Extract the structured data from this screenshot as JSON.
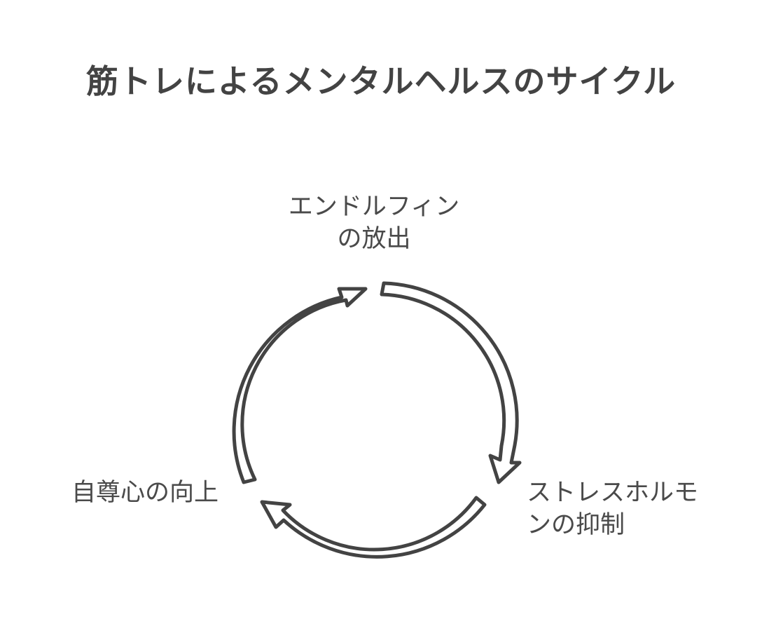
{
  "title": "筋トレによるメンタルヘルスのサイクル",
  "steps": [
    {
      "line1": "エンドルフィン",
      "line2": "の放出"
    },
    {
      "line1": "ストレスホルモ",
      "line2": "ンの抑制"
    },
    {
      "line1": "自尊心の向上"
    }
  ],
  "colors": {
    "stroke": "#434343",
    "fill": "#ffffff",
    "text": "#4a4a4a"
  }
}
